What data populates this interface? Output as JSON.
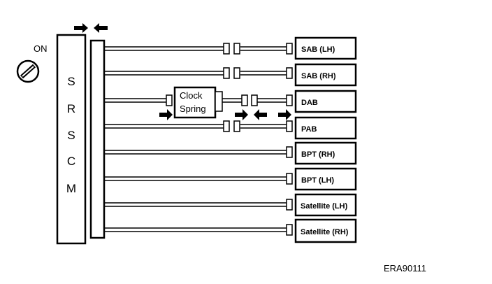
{
  "switch": {
    "label": "ON"
  },
  "module": {
    "letters": [
      "S",
      "R",
      "S",
      "C",
      "M"
    ]
  },
  "clock_spring": {
    "line1": "Clock",
    "line2": "Spring"
  },
  "components": [
    "SAB (LH)",
    "SAB (RH)",
    "DAB",
    "PAB",
    "BPT (RH)",
    "BPT (LH)",
    "Satellite (LH)",
    "Satellite (RH)"
  ],
  "figure_id": "ERA90111",
  "colors": {
    "ink": "#000000",
    "paper": "#ffffff"
  }
}
